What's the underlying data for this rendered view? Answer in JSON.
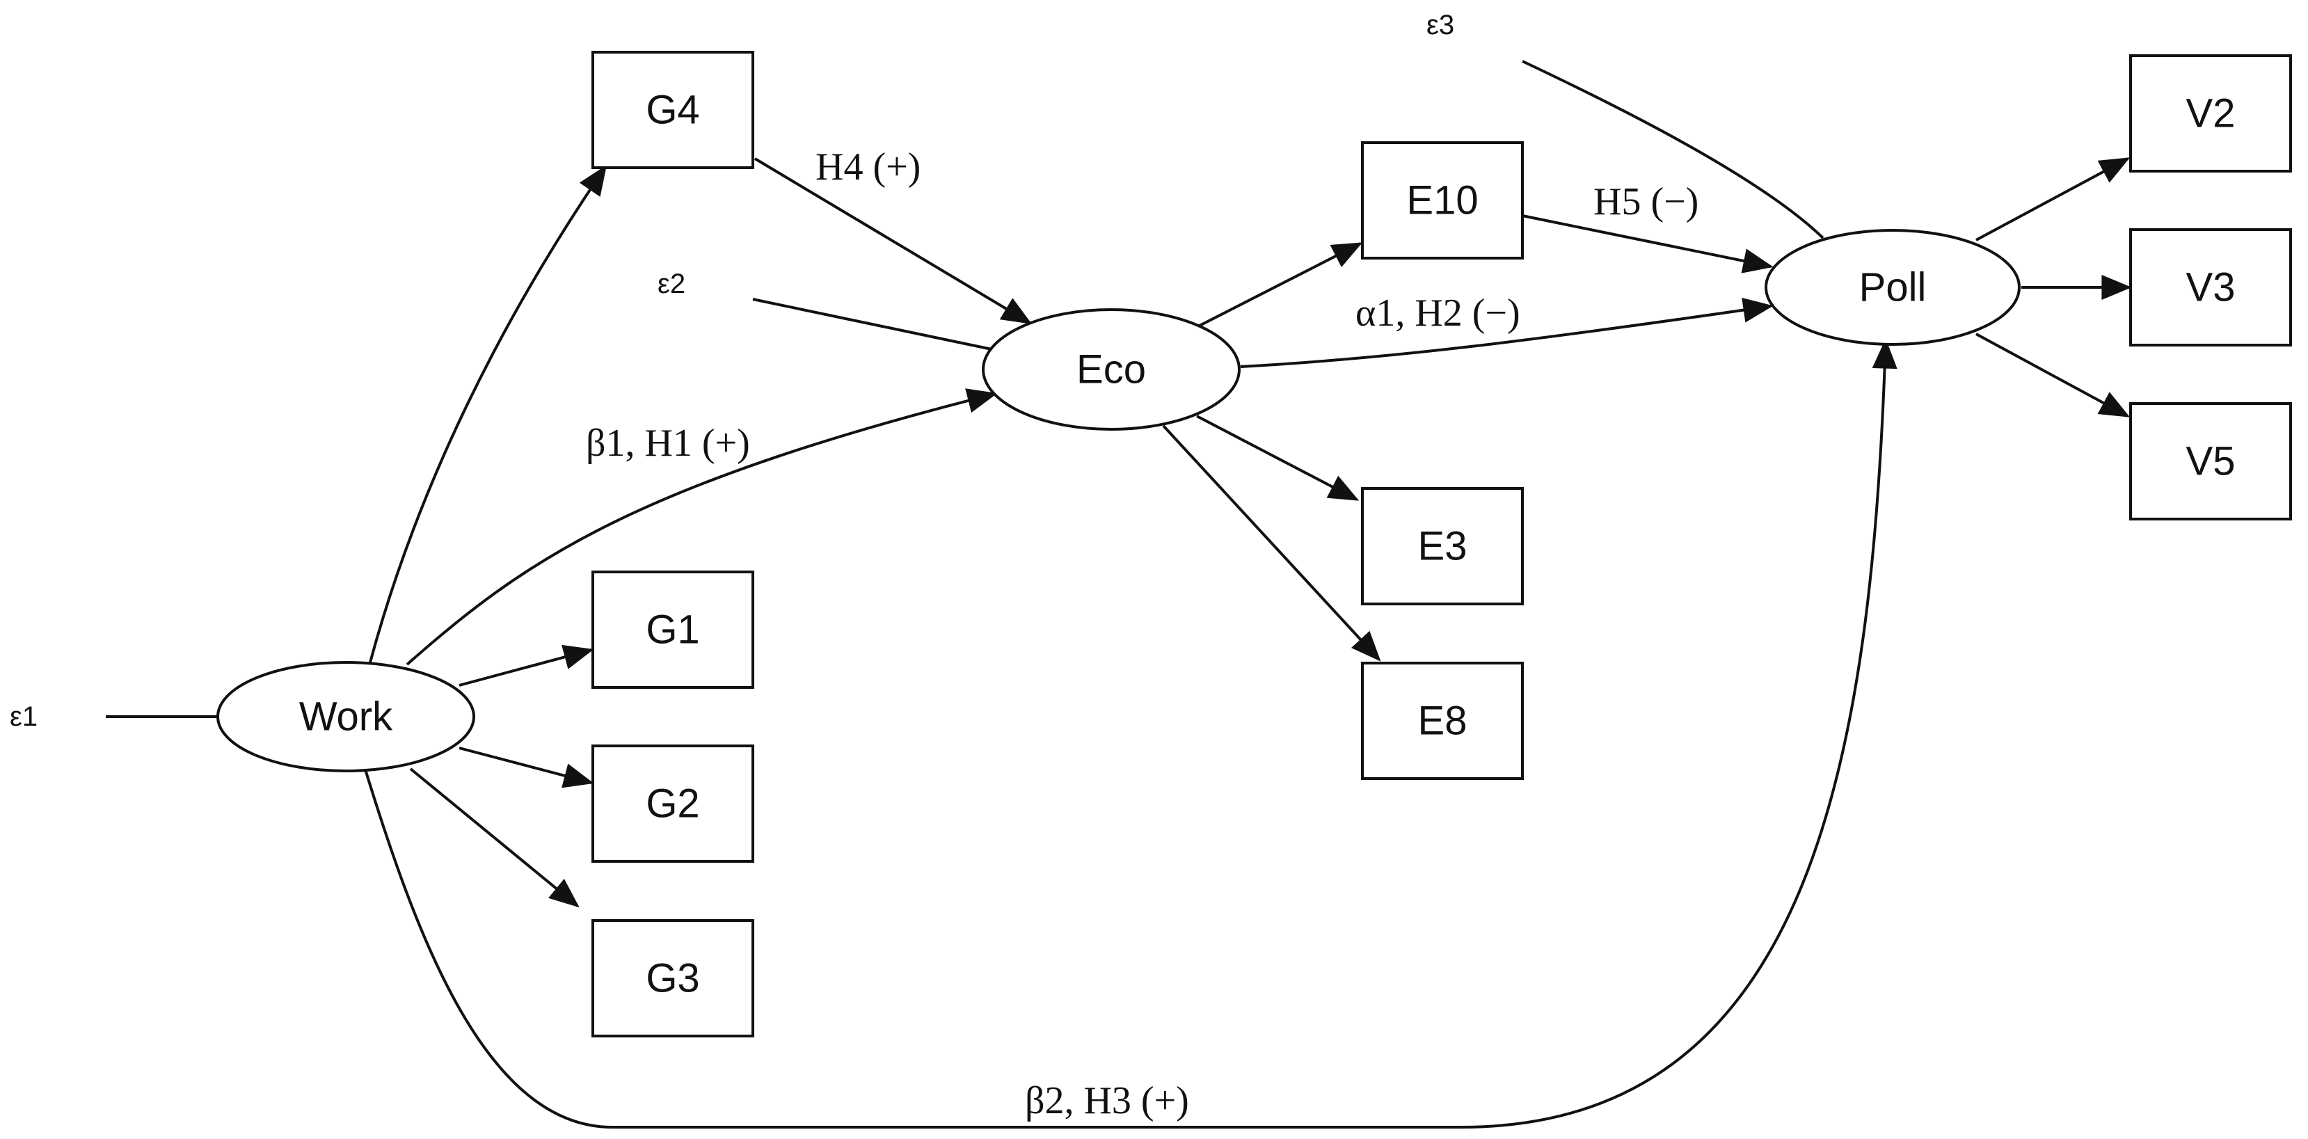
{
  "diagram": {
    "latent": {
      "work": "Work",
      "eco": "Eco",
      "poll": "Poll"
    },
    "observed": {
      "g1": "G1",
      "g2": "G2",
      "g3": "G3",
      "g4": "G4",
      "e3": "E3",
      "e8": "E8",
      "e10": "E10",
      "v2": "V2",
      "v3": "V3",
      "v5": "V5"
    },
    "errors": {
      "e1": "ε1",
      "e2": "ε2",
      "e3": "ε3"
    },
    "paths": {
      "h1": "β1, H1 (+)",
      "h2": "α1, H2 (−)",
      "h3": "β2, H3 (+)",
      "h4": "H4 (+)",
      "h5": "H5 (−)"
    }
  }
}
